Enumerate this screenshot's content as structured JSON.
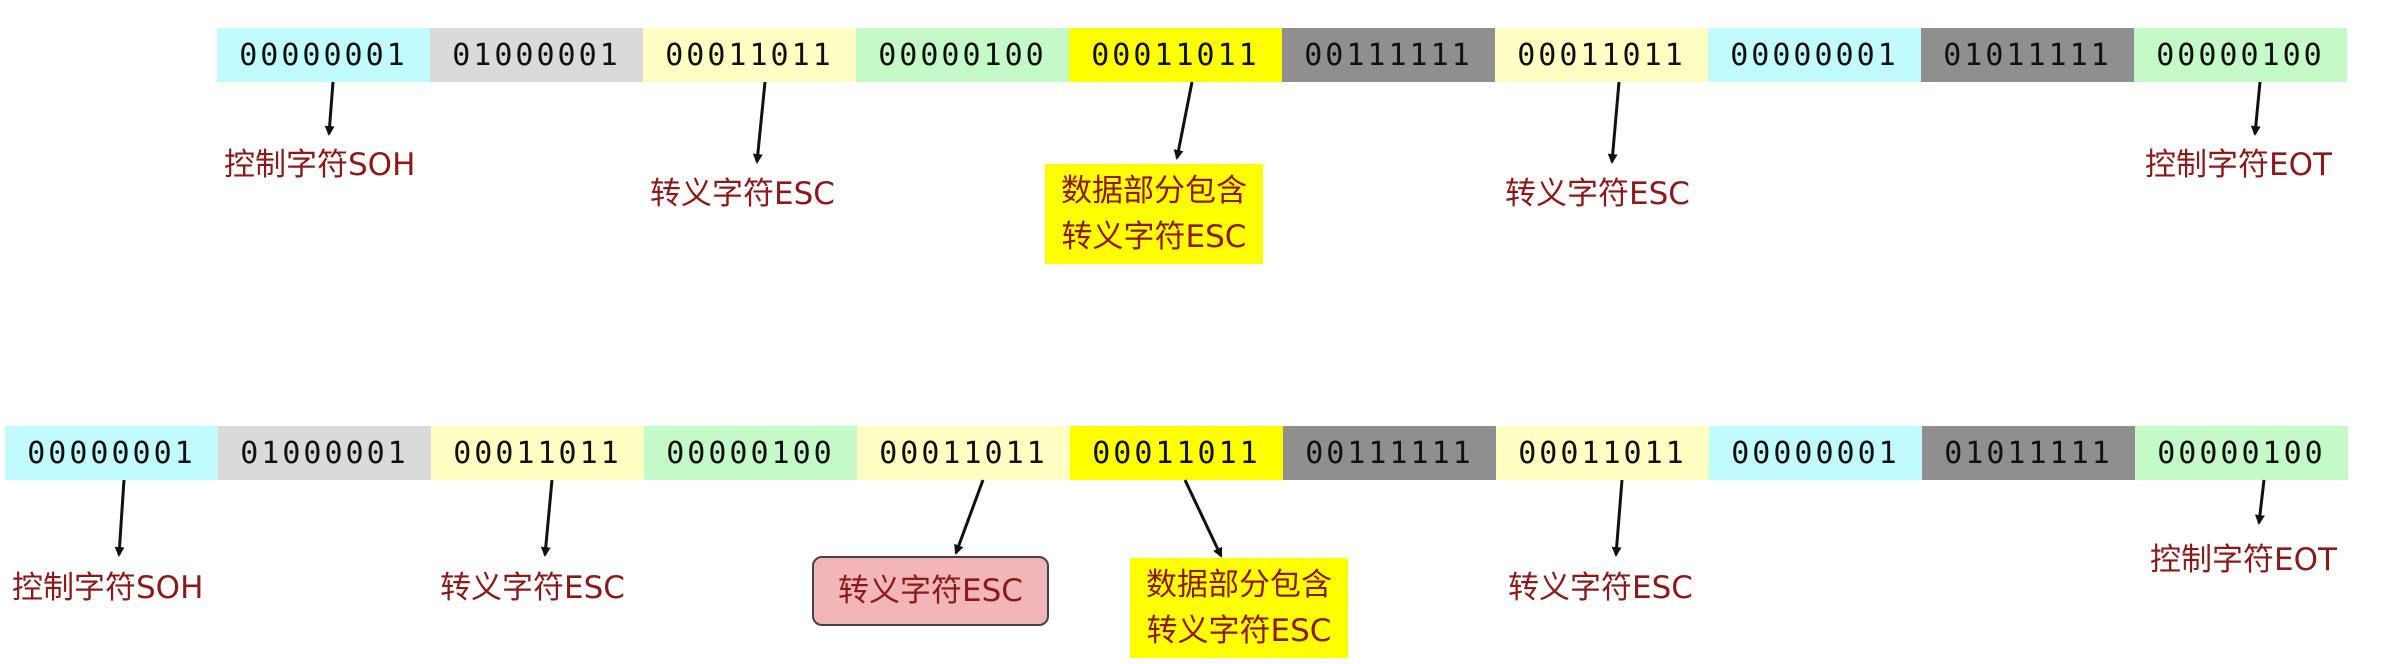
{
  "colors": {
    "SOH": "#c2fbfd",
    "data1": "#dadada",
    "ESC": "#ffffc4",
    "data2": "#c4fac7",
    "ESCdata": "#ffff00",
    "data3": "#8f8f8f",
    "data4": "#8f8f8f",
    "EOT": "#c4fac7",
    "label_text": "#8b1a1a"
  },
  "rows": [
    {
      "name": "row-before",
      "cells": [
        {
          "bits": "00000001",
          "kind": "SOH"
        },
        {
          "bits": "01000001",
          "kind": "data1"
        },
        {
          "bits": "00011011",
          "kind": "ESC"
        },
        {
          "bits": "00000100",
          "kind": "data2"
        },
        {
          "bits": "00011011",
          "kind": "ESCdata"
        },
        {
          "bits": "00111111",
          "kind": "data3"
        },
        {
          "bits": "00011011",
          "kind": "ESC"
        },
        {
          "bits": "00000001",
          "kind": "SOH"
        },
        {
          "bits": "01011111",
          "kind": "data4"
        },
        {
          "bits": "00000100",
          "kind": "EOT"
        }
      ],
      "labels": [
        {
          "text": [
            "控制字符SOH"
          ],
          "style": "plain"
        },
        {
          "text": [
            "转义字符ESC"
          ],
          "style": "plain"
        },
        {
          "text": [
            "数据部分包含",
            "转义字符ESC"
          ],
          "style": "yellow"
        },
        {
          "text": [
            "转义字符ESC"
          ],
          "style": "plain"
        },
        {
          "text": [
            "控制字符EOT"
          ],
          "style": "plain"
        }
      ]
    },
    {
      "name": "row-after",
      "cells": [
        {
          "bits": "00000001",
          "kind": "SOH"
        },
        {
          "bits": "01000001",
          "kind": "data1"
        },
        {
          "bits": "00011011",
          "kind": "ESC"
        },
        {
          "bits": "00000100",
          "kind": "data2"
        },
        {
          "bits": "00011011",
          "kind": "ESC"
        },
        {
          "bits": "00011011",
          "kind": "ESCdata"
        },
        {
          "bits": "00111111",
          "kind": "data3"
        },
        {
          "bits": "00011011",
          "kind": "ESC"
        },
        {
          "bits": "00000001",
          "kind": "SOH"
        },
        {
          "bits": "01011111",
          "kind": "data4"
        },
        {
          "bits": "00000100",
          "kind": "EOT"
        }
      ],
      "labels": [
        {
          "text": [
            "控制字符SOH"
          ],
          "style": "plain"
        },
        {
          "text": [
            "转义字符ESC"
          ],
          "style": "plain"
        },
        {
          "text": [
            "转义字符ESC"
          ],
          "style": "pink"
        },
        {
          "text": [
            "数据部分包含",
            "转义字符ESC"
          ],
          "style": "yellow"
        },
        {
          "text": [
            "转义字符ESC"
          ],
          "style": "plain"
        },
        {
          "text": [
            "控制字符EOT"
          ],
          "style": "plain"
        }
      ]
    }
  ]
}
